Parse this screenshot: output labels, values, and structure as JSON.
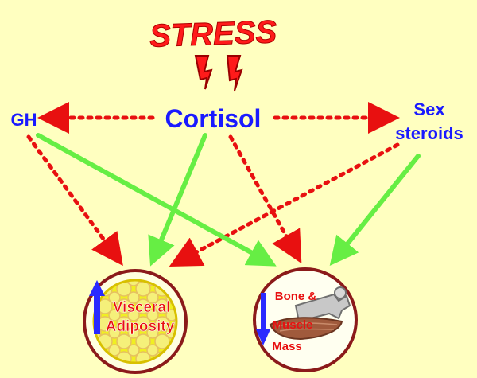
{
  "diagram": {
    "title": "STRESS",
    "nodes": {
      "gh": "GH",
      "cortisol": "Cortisol",
      "sex_steroids_line1": "Sex",
      "sex_steroids_line2": "steroids"
    },
    "outcomes": {
      "visceral_line1": "Visceral",
      "visceral_line2": "Adiposity",
      "bone_line1": "Bone &",
      "bone_line2": "Muscle",
      "bone_line3": "Mass"
    },
    "colors": {
      "background": "#ffffc0",
      "label_blue": "#1a1aff",
      "stress_red": "#ff1a1a",
      "inhibit_red": "#e81010",
      "stimulate_green": "#66ee44",
      "circle_border": "#8b1a1a",
      "adipose_fill": "#f0f020",
      "arrow_blue": "#2a2aff"
    }
  }
}
